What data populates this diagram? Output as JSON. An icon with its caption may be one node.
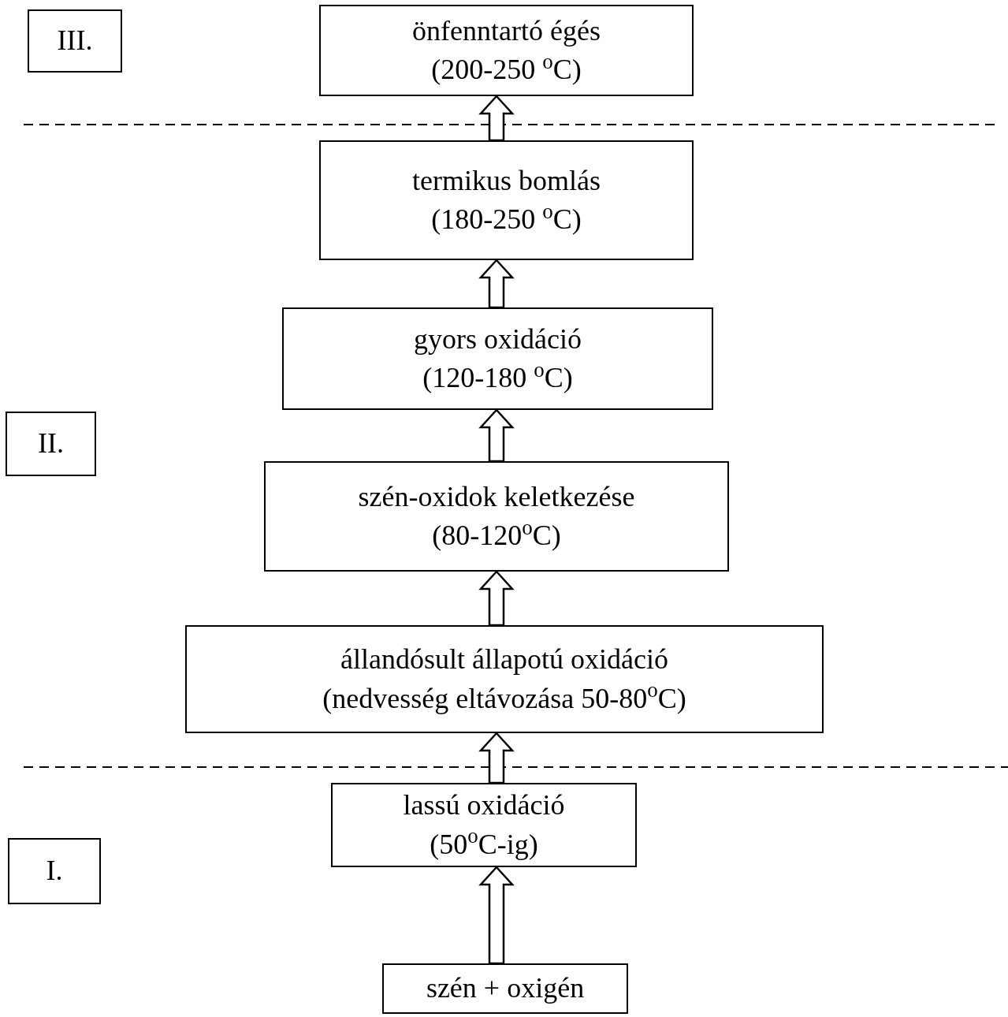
{
  "diagram": {
    "nodes": [
      {
        "text": [
          "III."
        ]
      },
      {
        "text": [
          "önfenntartó égés",
          "(200-250 $^{o}$C)"
        ]
      },
      {
        "text": [
          "termikus bomlás",
          "(180-250 $^{o}$C)"
        ]
      },
      {
        "text": [
          "gyors oxidáció",
          "(120-180 $^{o}$C)"
        ]
      },
      {
        "text": [
          "II."
        ]
      },
      {
        "text": [
          "szén-oxidok keletkezése",
          "(80-120$^{o}$C)"
        ]
      },
      {
        "text": [
          "állandósult állapotú oxidáció",
          "(nedvesség eltávozása 50-80$^{o}$C)"
        ]
      },
      {
        "text": [
          "lassú oxidáció",
          "(50$^{o}$C-ig)"
        ]
      },
      {
        "text": [
          "I."
        ]
      },
      {
        "text": [
          "szén + oxigén"
        ]
      }
    ],
    "edges": [
      {
        "from": 9,
        "to": 7,
        "arrow": "to"
      },
      {
        "from": 7,
        "to": 6,
        "arrow": "to"
      },
      {
        "from": 6,
        "to": 5,
        "arrow": "to"
      },
      {
        "from": 5,
        "to": 3,
        "arrow": "to"
      },
      {
        "from": 3,
        "to": 2,
        "arrow": "to"
      },
      {
        "from": 2,
        "to": 1,
        "arrow": "to"
      }
    ]
  }
}
